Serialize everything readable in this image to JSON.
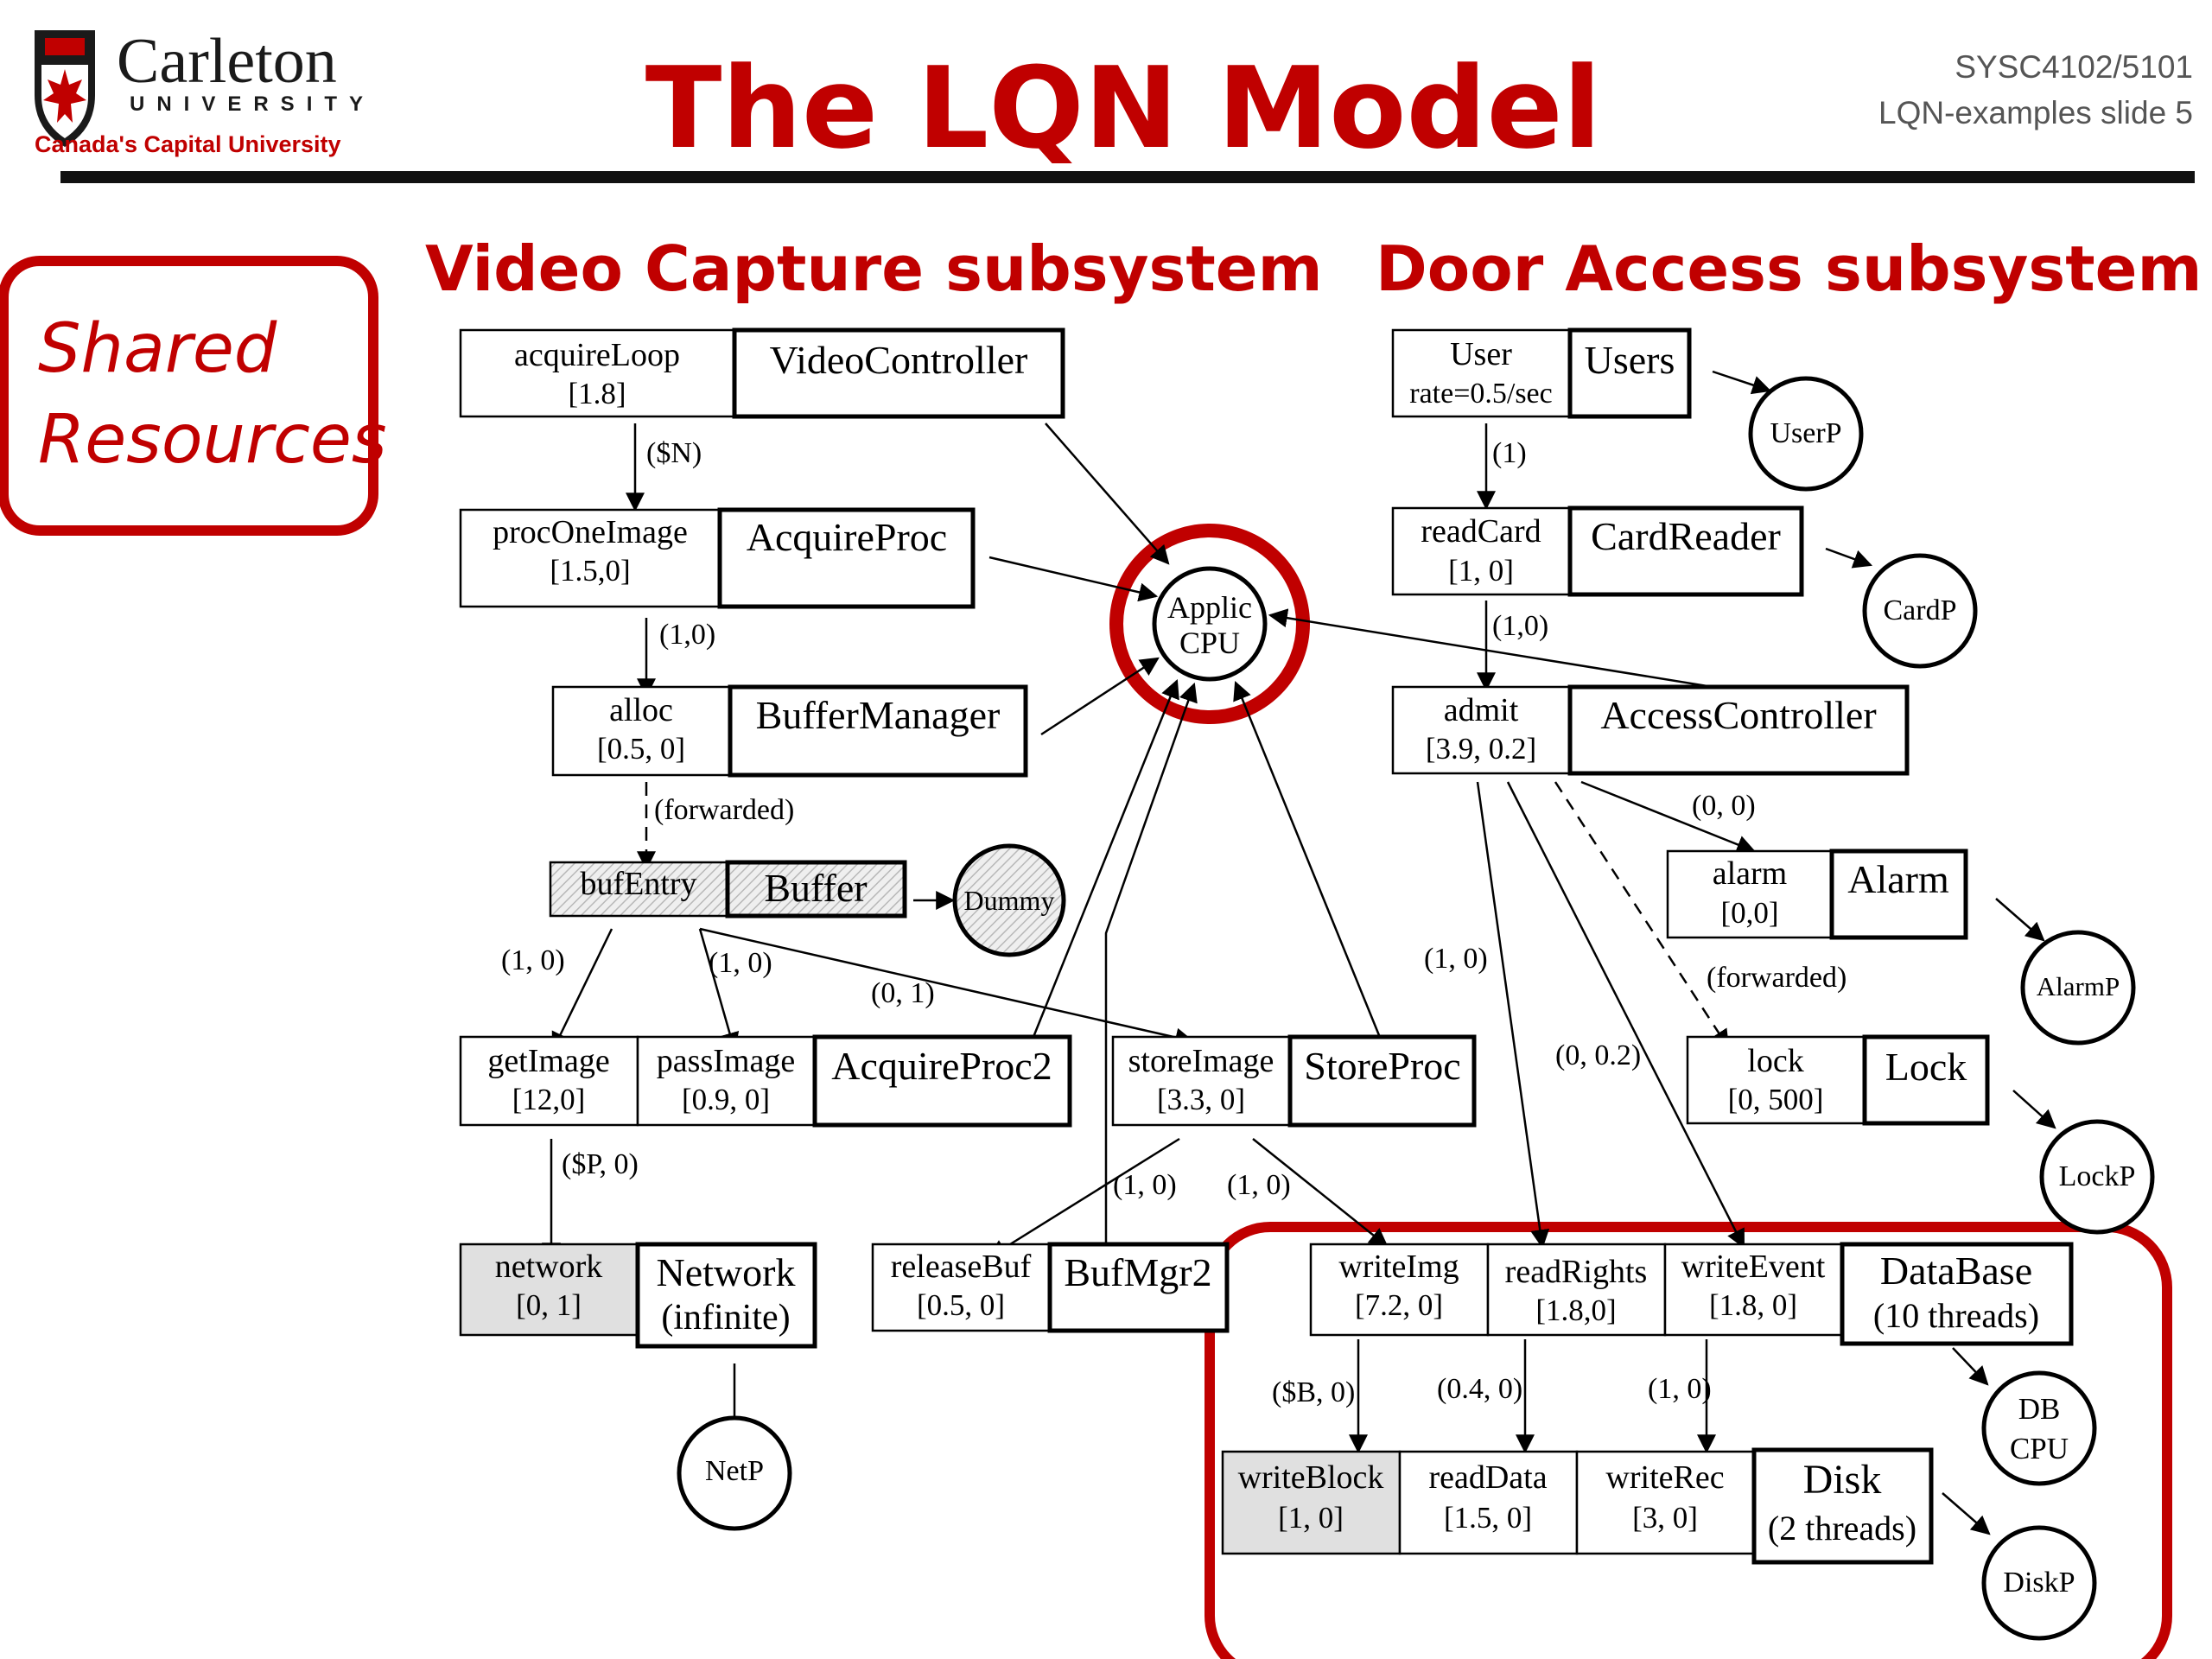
{
  "header": {
    "logo": {
      "name": "Carleton",
      "sub": "UNIVERSITY",
      "tagline": "Canada's Capital University"
    },
    "title": "The LQN Model",
    "course": "SYSC4102/5101",
    "slide": "LQN-examples slide 5"
  },
  "sections": {
    "shared": [
      "Shared",
      "Resources"
    ],
    "video": "Video Capture subsystem",
    "door": "Door Access subsystem"
  },
  "colors": {
    "accent": "#c00000",
    "black": "#000000",
    "gray": "#e0e0e0"
  },
  "tasks": {
    "videoController": {
      "entry": "acquireLoop",
      "entry_demand": "[1.8]",
      "task": "VideoController"
    },
    "acquireProc": {
      "entry": "procOneImage",
      "entry_demand": "[1.5,0]",
      "task": "AcquireProc"
    },
    "bufferManager": {
      "entry": "alloc",
      "entry_demand": "[0.5, 0]",
      "task": "BufferManager"
    },
    "buffer": {
      "entry": "bufEntry",
      "task": "Buffer"
    },
    "acquireProc2": {
      "entries": [
        {
          "name": "getImage",
          "demand": "[12,0]"
        },
        {
          "name": "passImage",
          "demand": "[0.9, 0]"
        }
      ],
      "task": "AcquireProc2"
    },
    "storeProc": {
      "entry": "storeImage",
      "entry_demand": "[3.3, 0]",
      "task": "StoreProc"
    },
    "network": {
      "entry": "network",
      "entry_demand": "[0, 1]",
      "task_line1": "Network",
      "task_line2": "(infinite)"
    },
    "bufMgr2": {
      "entry": "releaseBuf",
      "entry_demand": "[0.5, 0]",
      "task": "BufMgr2"
    },
    "users": {
      "entry": "User",
      "entry_demand": "rate=0.5/sec",
      "task": "Users"
    },
    "cardReader": {
      "entry": "readCard",
      "entry_demand": "[1, 0]",
      "task": "CardReader"
    },
    "accessController": {
      "entry": "admit",
      "entry_demand": "[3.9, 0.2]",
      "task": "AccessController"
    },
    "alarm": {
      "entry": "alarm",
      "entry_demand": "[0,0]",
      "task": "Alarm"
    },
    "lock": {
      "entry": "lock",
      "entry_demand": "[0, 500]",
      "task": "Lock"
    },
    "database": {
      "entries": [
        {
          "name": "writeImg",
          "demand": "[7.2, 0]"
        },
        {
          "name": "readRights",
          "demand": "[1.8,0]"
        },
        {
          "name": "writeEvent",
          "demand": "[1.8, 0]"
        }
      ],
      "task_line1": "DataBase",
      "task_line2": "(10 threads)"
    },
    "disk": {
      "entries": [
        {
          "name": "writeBlock",
          "demand": "[1, 0]"
        },
        {
          "name": "readData",
          "demand": "[1.5, 0]"
        },
        {
          "name": "writeRec",
          "demand": "[3, 0]"
        }
      ],
      "task_line1": "Disk",
      "task_line2": "(2 threads)"
    }
  },
  "processors": {
    "applic": [
      "Applic",
      "CPU"
    ],
    "dummy": "Dummy",
    "netp": "NetP",
    "userp": "UserP",
    "cardp": "CardP",
    "alarmp": "AlarmP",
    "lockp": "LockP",
    "dbcpu": [
      "DB",
      "CPU"
    ],
    "diskp": "DiskP"
  },
  "call_labels": {
    "n": "($N)",
    "c10a": "(1,0)",
    "forwarded1": "(forwarded)",
    "c10b": "(1, 0)",
    "c10c": "(1, 0)",
    "c01": "(0, 1)",
    "p0": "($P, 0)",
    "c10d": "(1, 0)",
    "c10e": "(1, 0)",
    "u1": "(1)",
    "c10f": "(1,0)",
    "c00": "(0, 0)",
    "c10g": "(1, 0)",
    "forwarded2": "(forwarded)",
    "c002": "(0, 0.2)",
    "b0": "($B, 0)",
    "c040": "(0.4, 0)",
    "c10h": "(1, 0)"
  }
}
